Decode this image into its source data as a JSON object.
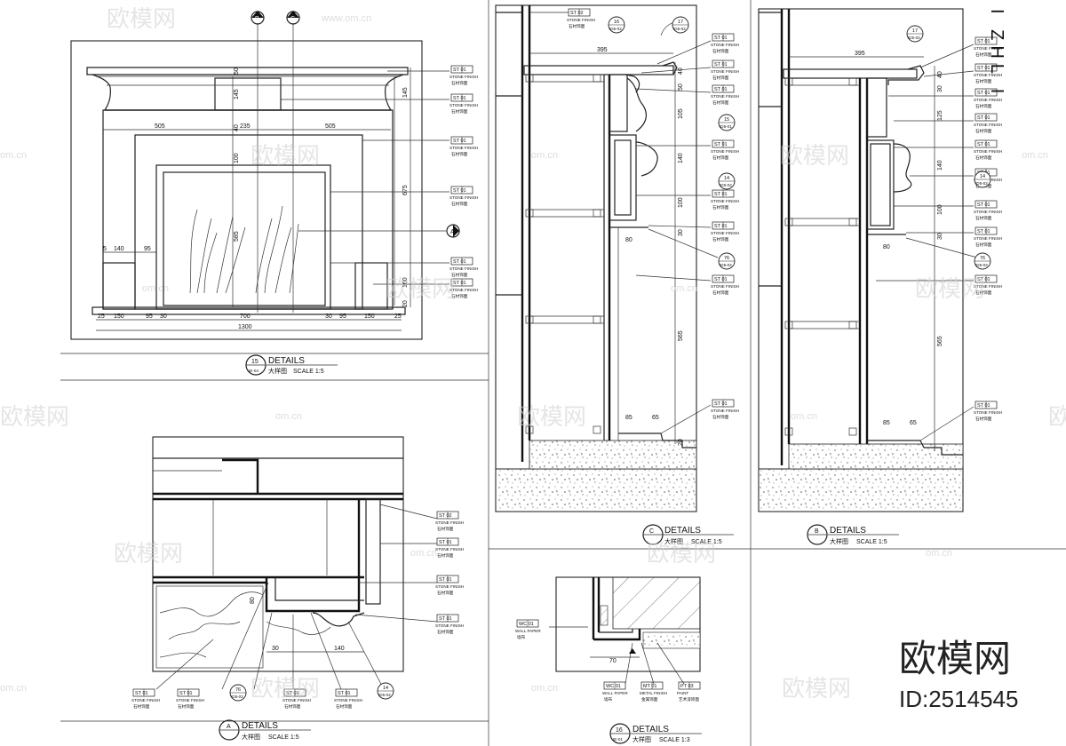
{
  "drawings": {
    "d15": {
      "title": "DETAILS",
      "sub": "大样图",
      "scale": "SCALE 1:5",
      "num": "15",
      "sheet": "IE-04"
    },
    "dA": {
      "title": "DETAILS",
      "sub": "大样图",
      "scale": "SCALE 1:5",
      "letter": "A"
    },
    "dC": {
      "title": "DETAILS",
      "sub": "大样图",
      "scale": "SCALE 1:5",
      "letter": "C"
    },
    "dB": {
      "title": "DETAILS",
      "sub": "大样图",
      "scale": "SCALE 1:5",
      "letter": "B"
    },
    "d16": {
      "title": "DETAILS",
      "sub": "大样图",
      "scale": "SCALE 1:3",
      "num": "16",
      "sheet": "IE-01"
    }
  },
  "markers": {
    "b": "B",
    "c": "C",
    "a": "A",
    "m14": "14",
    "m16": "16",
    "m17": "17",
    "m76": "76",
    "sub": "ID5-02",
    "m15a": "15",
    "m15sheet": "ID5-01"
  },
  "tags": {
    "st01": "ST 01",
    "st02": "ST 02",
    "stone": "STONE FINISH",
    "stone_cn": "石材饰面",
    "wc01": "WC 01",
    "wp": "WALL PAPER",
    "wp_cn": "墙布",
    "mt01": "MT 01",
    "metal": "METAL FINISH",
    "metal_cn": "金属饰面",
    "pt03": "PT 03",
    "paint": "PAINT",
    "paint_cn": "艺术漆饰面"
  },
  "dims": {
    "w505": "505",
    "w235": "235",
    "w140": "140",
    "w95": "95",
    "w5": "5",
    "w25": "25",
    "w150": "150",
    "w30": "30",
    "w700": "700",
    "w1300": "1300",
    "h50": "50",
    "h145": "145",
    "h100": "100",
    "h675": "675",
    "h585": "585",
    "h160": "160",
    "h20": "20",
    "h40": "40",
    "w395": "395",
    "h105": "105",
    "h125": "125",
    "h565": "565",
    "w80": "80",
    "w85": "85",
    "w65": "65",
    "w70": "70"
  },
  "watermark": {
    "brand": "欧模网",
    "site": "www.om.cn",
    "site_short": "om.cn",
    "id": "ID:2514545"
  },
  "sidelabel": "I ZHL I"
}
